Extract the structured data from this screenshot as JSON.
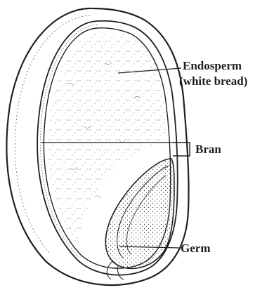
{
  "labels": {
    "endosperm": "Endosperm",
    "endosperm_note": "(white bread)",
    "bran": "Bran",
    "germ": "Germ"
  },
  "colors": {
    "ink": "#231f20",
    "paper": "#ffffff"
  }
}
